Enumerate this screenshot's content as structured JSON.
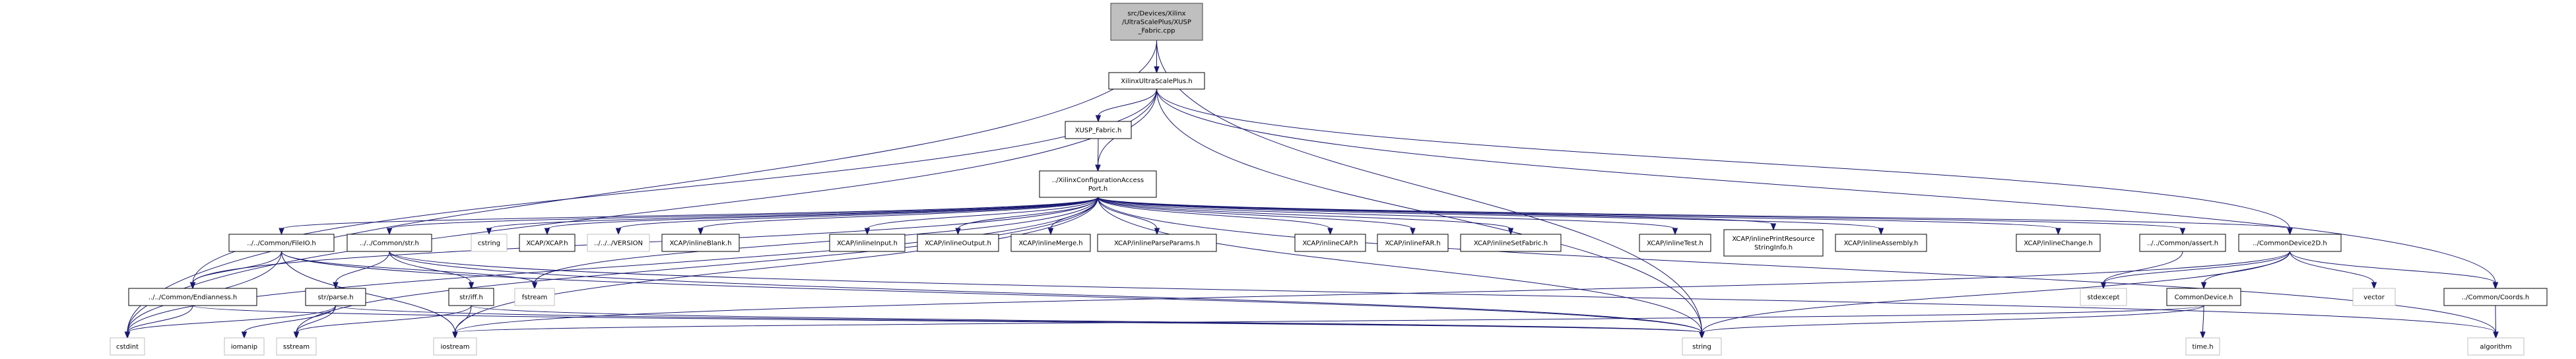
{
  "title": "Include dependency graph for XUSP_Fabric.cpp",
  "colors": {
    "edge": "#191970",
    "root_fill": "#bfbfbf",
    "root_border": "#404040",
    "node_fill": "#ffffff",
    "node_border": "#000000",
    "system_border": "#bfbfbf"
  },
  "nodes": [
    {
      "id": "root",
      "kind": "root",
      "lines": [
        "src/Devices/Xilinx",
        "/UltraScalePlus/XUSP",
        "_Fabric.cpp"
      ]
    },
    {
      "id": "xusp_h",
      "kind": "local",
      "lines": [
        "XilinxUltraScalePlus.h"
      ]
    },
    {
      "id": "fabric_h",
      "kind": "local",
      "lines": [
        "XUSP_Fabric.h"
      ]
    },
    {
      "id": "cap_h",
      "kind": "local",
      "lines": [
        "../XilinxConfigurationAccess",
        "Port.h"
      ]
    },
    {
      "id": "fileio_h",
      "kind": "local",
      "lines": [
        "../../Common/FileIO.h"
      ]
    },
    {
      "id": "str_h",
      "kind": "local",
      "lines": [
        "../../Common/str.h"
      ]
    },
    {
      "id": "cstring",
      "kind": "system",
      "lines": [
        "cstring"
      ]
    },
    {
      "id": "xcap_h",
      "kind": "local",
      "lines": [
        "XCAP/XCAP.h"
      ]
    },
    {
      "id": "version",
      "kind": "system",
      "lines": [
        "../../../VERSION"
      ]
    },
    {
      "id": "inlineBlank",
      "kind": "local",
      "lines": [
        "XCAP/inlineBlank.h"
      ]
    },
    {
      "id": "inlineInput",
      "kind": "local",
      "lines": [
        "XCAP/inlineInput.h"
      ]
    },
    {
      "id": "inlineOutput",
      "kind": "local",
      "lines": [
        "XCAP/inlineOutput.h"
      ]
    },
    {
      "id": "inlineMerge",
      "kind": "local",
      "lines": [
        "XCAP/inlineMerge.h"
      ]
    },
    {
      "id": "inlineParseParams",
      "kind": "local",
      "lines": [
        "XCAP/inlineParseParams.h"
      ]
    },
    {
      "id": "inlineCAP",
      "kind": "local",
      "lines": [
        "XCAP/inlineCAP.h"
      ]
    },
    {
      "id": "inlineFAR",
      "kind": "local",
      "lines": [
        "XCAP/inlineFAR.h"
      ]
    },
    {
      "id": "inlineSetFabric",
      "kind": "local",
      "lines": [
        "XCAP/inlineSetFabric.h"
      ]
    },
    {
      "id": "inlineTest",
      "kind": "local",
      "lines": [
        "XCAP/inlineTest.h"
      ]
    },
    {
      "id": "inlinePrint",
      "kind": "local",
      "lines": [
        "XCAP/inlinePrintResource",
        "StringInfo.h"
      ]
    },
    {
      "id": "inlineAssembly",
      "kind": "local",
      "lines": [
        "XCAP/inlineAssembly.h"
      ]
    },
    {
      "id": "inlineChange",
      "kind": "local",
      "lines": [
        "XCAP/inlineChange.h"
      ]
    },
    {
      "id": "assert_h",
      "kind": "local",
      "lines": [
        "../../Common/assert.h"
      ]
    },
    {
      "id": "cd2d_h",
      "kind": "local",
      "lines": [
        "../CommonDevice2D.h"
      ]
    },
    {
      "id": "endian_h",
      "kind": "local",
      "lines": [
        "../../Common/Endianness.h"
      ]
    },
    {
      "id": "parse_h",
      "kind": "local",
      "lines": [
        "str/parse.h"
      ]
    },
    {
      "id": "iff_h",
      "kind": "local",
      "lines": [
        "str/iff.h"
      ]
    },
    {
      "id": "fstream",
      "kind": "system",
      "lines": [
        "fstream"
      ]
    },
    {
      "id": "stdexcept",
      "kind": "system",
      "lines": [
        "stdexcept"
      ]
    },
    {
      "id": "cd_h",
      "kind": "local",
      "lines": [
        "CommonDevice.h"
      ]
    },
    {
      "id": "vector",
      "kind": "system",
      "lines": [
        "vector"
      ]
    },
    {
      "id": "coords_h",
      "kind": "local",
      "lines": [
        "../Common/Coords.h"
      ]
    },
    {
      "id": "cstdint",
      "kind": "system",
      "lines": [
        "cstdint"
      ]
    },
    {
      "id": "iomanip",
      "kind": "system",
      "lines": [
        "iomanip"
      ]
    },
    {
      "id": "sstream",
      "kind": "system",
      "lines": [
        "sstream"
      ]
    },
    {
      "id": "iostream",
      "kind": "system",
      "lines": [
        "iostream"
      ]
    },
    {
      "id": "string",
      "kind": "system",
      "lines": [
        "string"
      ]
    },
    {
      "id": "time_h",
      "kind": "system",
      "lines": [
        "time.h"
      ]
    },
    {
      "id": "algorithm",
      "kind": "system",
      "lines": [
        "algorithm"
      ]
    }
  ],
  "edges": [
    [
      "root",
      "xusp_h"
    ],
    [
      "root",
      "cstdint"
    ],
    [
      "root",
      "string"
    ],
    [
      "xusp_h",
      "fabric_h"
    ],
    [
      "xusp_h",
      "cap_h"
    ],
    [
      "xusp_h",
      "cstdint"
    ],
    [
      "xusp_h",
      "endian_h"
    ],
    [
      "xusp_h",
      "cd2d_h"
    ],
    [
      "xusp_h",
      "coords_h"
    ],
    [
      "xusp_h",
      "string"
    ],
    [
      "fabric_h",
      "cap_h"
    ],
    [
      "cap_h",
      "fileio_h"
    ],
    [
      "cap_h",
      "str_h"
    ],
    [
      "cap_h",
      "cstring"
    ],
    [
      "cap_h",
      "xcap_h"
    ],
    [
      "cap_h",
      "version"
    ],
    [
      "cap_h",
      "inlineBlank"
    ],
    [
      "cap_h",
      "inlineInput"
    ],
    [
      "cap_h",
      "inlineOutput"
    ],
    [
      "cap_h",
      "inlineMerge"
    ],
    [
      "cap_h",
      "inlineParseParams"
    ],
    [
      "cap_h",
      "inlineCAP"
    ],
    [
      "cap_h",
      "inlineFAR"
    ],
    [
      "cap_h",
      "inlineSetFabric"
    ],
    [
      "cap_h",
      "inlineTest"
    ],
    [
      "cap_h",
      "inlinePrint"
    ],
    [
      "cap_h",
      "inlineAssembly"
    ],
    [
      "cap_h",
      "inlineChange"
    ],
    [
      "cap_h",
      "assert_h"
    ],
    [
      "cap_h",
      "cd2d_h"
    ],
    [
      "cap_h",
      "endian_h"
    ],
    [
      "cap_h",
      "cstdint"
    ],
    [
      "cap_h",
      "fstream"
    ],
    [
      "cap_h",
      "sstream"
    ],
    [
      "cap_h",
      "iostream"
    ],
    [
      "cap_h",
      "string"
    ],
    [
      "cap_h",
      "algorithm"
    ],
    [
      "fileio_h",
      "endian_h"
    ],
    [
      "fileio_h",
      "cstdint"
    ],
    [
      "fileio_h",
      "fstream"
    ],
    [
      "fileio_h",
      "iostream"
    ],
    [
      "fileio_h",
      "string"
    ],
    [
      "str_h",
      "parse_h"
    ],
    [
      "str_h",
      "iff_h"
    ],
    [
      "str_h",
      "string"
    ],
    [
      "str_h",
      "algorithm"
    ],
    [
      "endian_h",
      "cstdint"
    ],
    [
      "endian_h",
      "string"
    ],
    [
      "parse_h",
      "cstdint"
    ],
    [
      "parse_h",
      "iomanip"
    ],
    [
      "parse_h",
      "sstream"
    ],
    [
      "parse_h",
      "string"
    ],
    [
      "iff_h",
      "sstream"
    ],
    [
      "iff_h",
      "iostream"
    ],
    [
      "iff_h",
      "string"
    ],
    [
      "assert_h",
      "stdexcept"
    ],
    [
      "cd2d_h",
      "stdexcept"
    ],
    [
      "cd2d_h",
      "cd_h"
    ],
    [
      "cd2d_h",
      "vector"
    ],
    [
      "cd2d_h",
      "coords_h"
    ],
    [
      "cd2d_h",
      "string"
    ],
    [
      "cd2d_h",
      "iostream"
    ],
    [
      "cd_h",
      "string"
    ],
    [
      "cd_h",
      "time_h"
    ],
    [
      "cd_h",
      "iostream"
    ],
    [
      "coords_h",
      "algorithm"
    ]
  ]
}
